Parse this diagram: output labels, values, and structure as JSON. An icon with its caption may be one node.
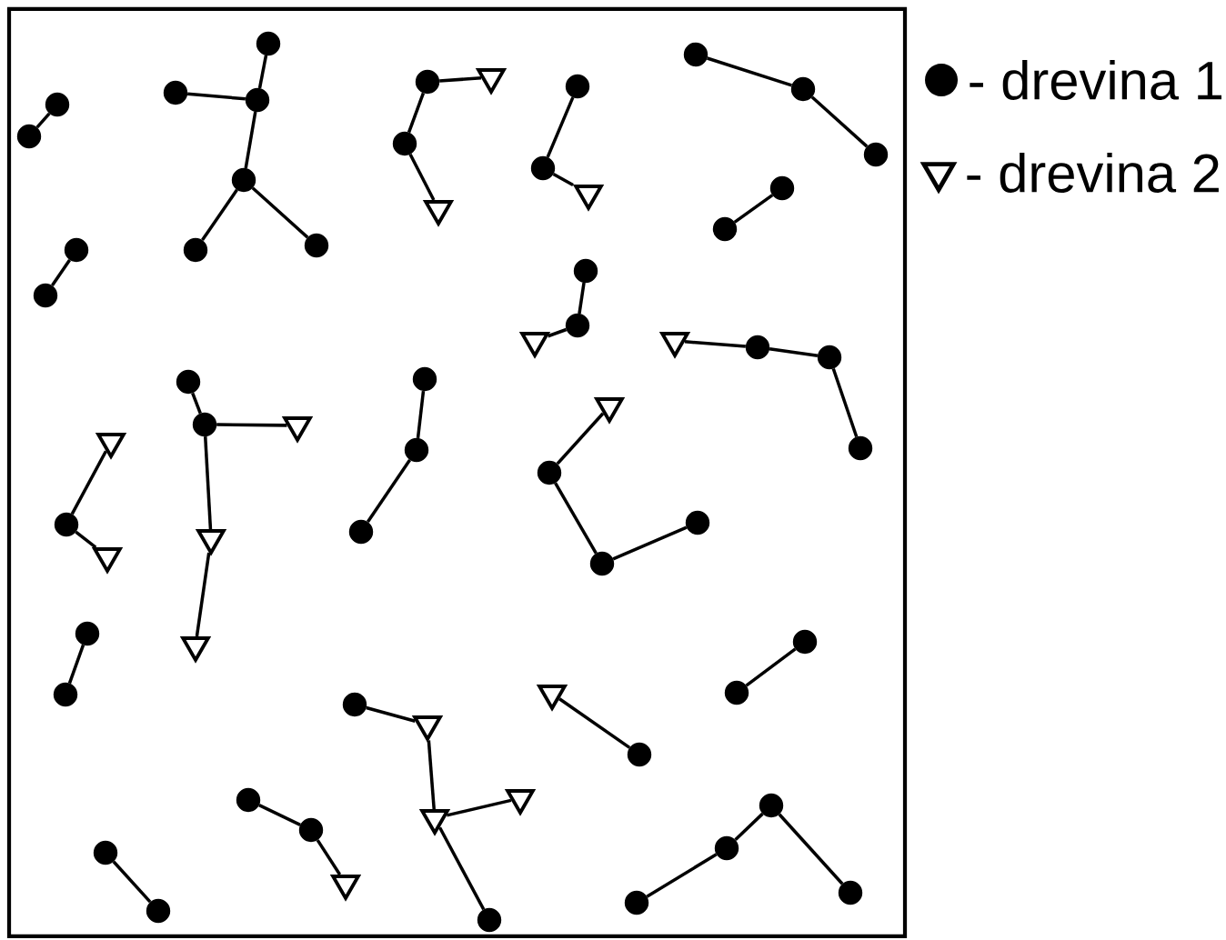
{
  "diagram": {
    "nodes": [
      {
        "text": [],
        "shape": "circle"
      },
      {
        "text": [],
        "shape": "circle"
      },
      {
        "text": [],
        "shape": "circle"
      },
      {
        "text": [],
        "shape": "circle"
      },
      {
        "text": [],
        "shape": "circle"
      },
      {
        "text": [],
        "shape": "circle"
      },
      {
        "text": [],
        "shape": "circle"
      },
      {
        "text": [],
        "shape": "circle"
      },
      {
        "text": [],
        "shape": "circle"
      },
      {
        "text": [],
        "shape": "triangle"
      },
      {
        "text": [],
        "shape": "circle"
      },
      {
        "text": [],
        "shape": "triangle"
      },
      {
        "text": [],
        "shape": "circle"
      },
      {
        "text": [],
        "shape": "circle"
      },
      {
        "text": [],
        "shape": "triangle"
      },
      {
        "text": [],
        "shape": "circle"
      },
      {
        "text": [],
        "shape": "circle"
      },
      {
        "text": [],
        "shape": "circle"
      },
      {
        "text": [],
        "shape": "circle"
      },
      {
        "text": [],
        "shape": "circle"
      },
      {
        "text": [],
        "shape": "circle"
      },
      {
        "text": [],
        "shape": "circle"
      },
      {
        "text": [],
        "shape": "circle"
      },
      {
        "text": [],
        "shape": "circle"
      },
      {
        "text": [],
        "shape": "triangle"
      },
      {
        "text": [],
        "shape": "triangle"
      },
      {
        "text": [],
        "shape": "circle"
      },
      {
        "text": [],
        "shape": "circle"
      },
      {
        "text": [],
        "shape": "circle"
      },
      {
        "text": [],
        "shape": "circle"
      },
      {
        "text": [],
        "shape": "circle"
      },
      {
        "text": [],
        "shape": "triangle"
      },
      {
        "text": [],
        "shape": "triangle"
      },
      {
        "text": [],
        "shape": "triangle"
      },
      {
        "text": [],
        "shape": "triangle"
      },
      {
        "text": [],
        "shape": "circle"
      },
      {
        "text": [],
        "shape": "triangle"
      },
      {
        "text": [],
        "shape": "circle"
      },
      {
        "text": [],
        "shape": "circle"
      },
      {
        "text": [],
        "shape": "circle"
      },
      {
        "text": [],
        "shape": "triangle"
      },
      {
        "text": [],
        "shape": "circle"
      },
      {
        "text": [],
        "shape": "circle"
      },
      {
        "text": [],
        "shape": "circle"
      },
      {
        "text": [],
        "shape": "circle"
      },
      {
        "text": [],
        "shape": "circle"
      },
      {
        "text": [],
        "shape": "circle"
      },
      {
        "text": [],
        "shape": "circle"
      },
      {
        "text": [],
        "shape": "circle"
      },
      {
        "text": [],
        "shape": "triangle"
      },
      {
        "text": [],
        "shape": "triangle"
      },
      {
        "text": [],
        "shape": "triangle"
      },
      {
        "text": [],
        "shape": "circle"
      },
      {
        "text": [],
        "shape": "triangle"
      },
      {
        "text": [],
        "shape": "circle"
      },
      {
        "text": [],
        "shape": "circle"
      },
      {
        "text": [],
        "shape": "circle"
      },
      {
        "text": [],
        "shape": "triangle"
      },
      {
        "text": [],
        "shape": "circle"
      },
      {
        "text": [],
        "shape": "circle"
      },
      {
        "text": [],
        "shape": "circle"
      },
      {
        "text": [],
        "shape": "circle"
      },
      {
        "text": [],
        "shape": "circle"
      },
      {
        "text": [],
        "shape": "circle"
      }
    ],
    "edges": [
      {
        "from": 0,
        "to": 1,
        "arrow": "none"
      },
      {
        "from": 2,
        "to": 4,
        "arrow": "none"
      },
      {
        "from": 3,
        "to": 4,
        "arrow": "none"
      },
      {
        "from": 4,
        "to": 5,
        "arrow": "none"
      },
      {
        "from": 5,
        "to": 6,
        "arrow": "none"
      },
      {
        "from": 5,
        "to": 7,
        "arrow": "none"
      },
      {
        "from": 8,
        "to": 9,
        "arrow": "none"
      },
      {
        "from": 8,
        "to": 10,
        "arrow": "none"
      },
      {
        "from": 10,
        "to": 11,
        "arrow": "none"
      },
      {
        "from": 12,
        "to": 13,
        "arrow": "none"
      },
      {
        "from": 13,
        "to": 14,
        "arrow": "none"
      },
      {
        "from": 15,
        "to": 16,
        "arrow": "none"
      },
      {
        "from": 16,
        "to": 17,
        "arrow": "none"
      },
      {
        "from": 18,
        "to": 19,
        "arrow": "none"
      },
      {
        "from": 20,
        "to": 21,
        "arrow": "none"
      },
      {
        "from": 22,
        "to": 23,
        "arrow": "none"
      },
      {
        "from": 23,
        "to": 24,
        "arrow": "none"
      },
      {
        "from": 25,
        "to": 26,
        "arrow": "none"
      },
      {
        "from": 26,
        "to": 27,
        "arrow": "none"
      },
      {
        "from": 27,
        "to": 28,
        "arrow": "none"
      },
      {
        "from": 29,
        "to": 30,
        "arrow": "none"
      },
      {
        "from": 30,
        "to": 31,
        "arrow": "none"
      },
      {
        "from": 30,
        "to": 32,
        "arrow": "none"
      },
      {
        "from": 32,
        "to": 33,
        "arrow": "none"
      },
      {
        "from": 34,
        "to": 35,
        "arrow": "none"
      },
      {
        "from": 35,
        "to": 36,
        "arrow": "none"
      },
      {
        "from": 37,
        "to": 38,
        "arrow": "none"
      },
      {
        "from": 38,
        "to": 39,
        "arrow": "none"
      },
      {
        "from": 40,
        "to": 41,
        "arrow": "none"
      },
      {
        "from": 41,
        "to": 42,
        "arrow": "none"
      },
      {
        "from": 42,
        "to": 43,
        "arrow": "none"
      },
      {
        "from": 44,
        "to": 45,
        "arrow": "none"
      },
      {
        "from": 46,
        "to": 47,
        "arrow": "none"
      },
      {
        "from": 48,
        "to": 49,
        "arrow": "none"
      },
      {
        "from": 49,
        "to": 50,
        "arrow": "none"
      },
      {
        "from": 50,
        "to": 51,
        "arrow": "none"
      },
      {
        "from": 50,
        "to": 52,
        "arrow": "none"
      },
      {
        "from": 53,
        "to": 54,
        "arrow": "none"
      },
      {
        "from": 55,
        "to": 56,
        "arrow": "none"
      },
      {
        "from": 56,
        "to": 57,
        "arrow": "none"
      },
      {
        "from": 58,
        "to": 59,
        "arrow": "none"
      },
      {
        "from": 60,
        "to": 61,
        "arrow": "none"
      },
      {
        "from": 61,
        "to": 62,
        "arrow": "none"
      },
      {
        "from": 60,
        "to": 63,
        "arrow": "none"
      }
    ],
    "legend": [
      {
        "text": "- drevina 1"
      },
      {
        "text": "- drevina 2"
      }
    ]
  }
}
